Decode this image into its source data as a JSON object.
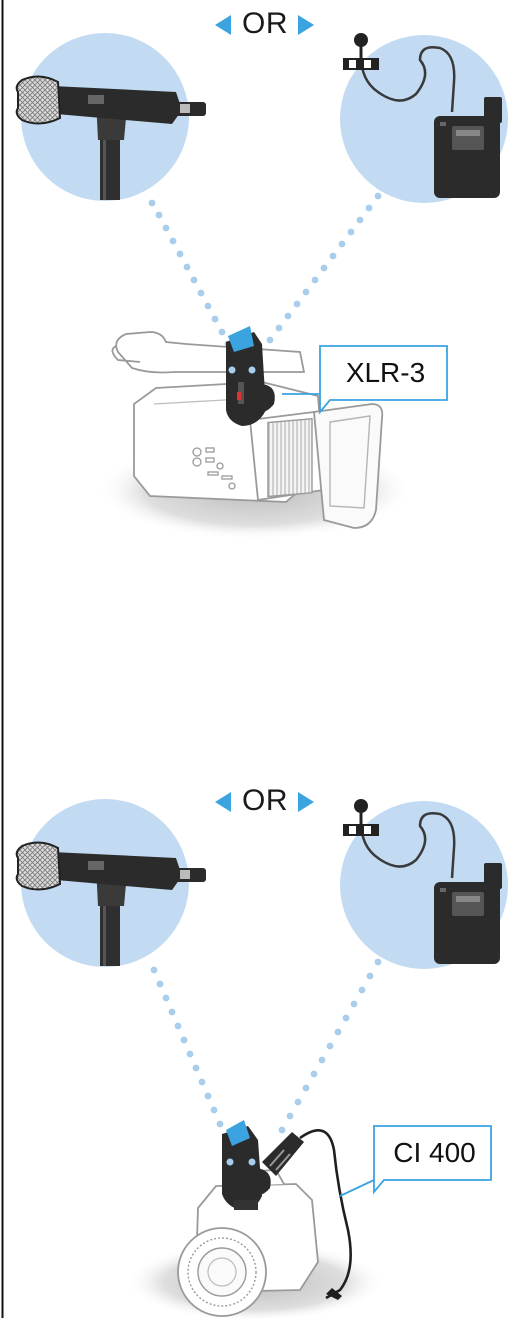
{
  "panels": [
    {
      "or_label": "OR",
      "connector_label": "XLR-3"
    },
    {
      "or_label": "OR",
      "connector_label": "CI 400"
    }
  ],
  "colors": {
    "accent_blue": "#3aa3e0",
    "circle_fill": "#c2dbf3",
    "dot_blue": "#a9cdec",
    "device_dark": "#2b2b2b",
    "outline_grey": "#9a9a9a",
    "shadow_grey": "#dcdcdc"
  }
}
